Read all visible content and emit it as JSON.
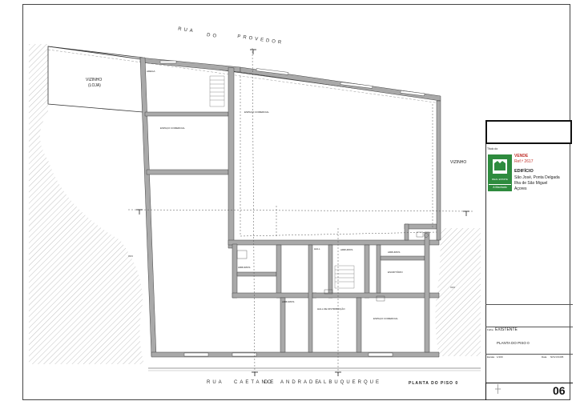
{
  "streets": {
    "top_word1": "RUA",
    "top_word2": "DO",
    "top_word3": "PROVEDOR",
    "bottom": [
      "RUA",
      "CAETANO",
      "DE",
      "ANDRADE",
      "ALBUQUERQUE"
    ]
  },
  "plan_title": "PLANTA DO PISO 0",
  "neighbours": {
    "left_l1": "VIZINHO",
    "left_l2": "(LOJA)",
    "right": "VIZINHO"
  },
  "rooms": {
    "arrumos_top": "ADEGA",
    "espaco_comercial_1": "ESPAÇO COMERCIAL",
    "espaco_comercial_2": "ESPAÇO COMERCIAL",
    "arrumos_1": "ARRUMOS",
    "arrumos_2": "ARRUMOS",
    "arrumos_3": "ARRUMOS",
    "hall": "HALL",
    "escritorio": "ESCRITÓRIO",
    "arrumos_4": "ARRUMOS",
    "hall_distribuicao": "HALL DE DISTRIBUIÇÃO",
    "espaco_comercial_3": "ESPAÇO COMERCIAL",
    "vcv1": "VCV",
    "vcv2": "VCV"
  },
  "titleblock": {
    "owner_label": "Titulo do",
    "vende": "VENDE",
    "ref": "Ref.ª 2617",
    "type": "EDIFÍCIO",
    "addr1": "São José, Ponta Delgada",
    "addr2": "Ilha de São Miguel",
    "addr3": "Açores",
    "logo_text1": "REAL ESTATE",
    "logo_text2": "A Machado",
    "state_label": "Folha",
    "state_value": "EXISTENTE",
    "drawing_name": "PLANTA DO PISO 0",
    "scale_label": "Escala",
    "scale_value": "1/100",
    "date_label": "Data",
    "date_value": "NOV.18.005",
    "sheet_number": "06"
  },
  "colors": {
    "wall": "#a9a9a9",
    "line": "#333333",
    "hatch": "#999999",
    "brand_green": "#2e8b3e",
    "brand_red": "#c0302a"
  }
}
